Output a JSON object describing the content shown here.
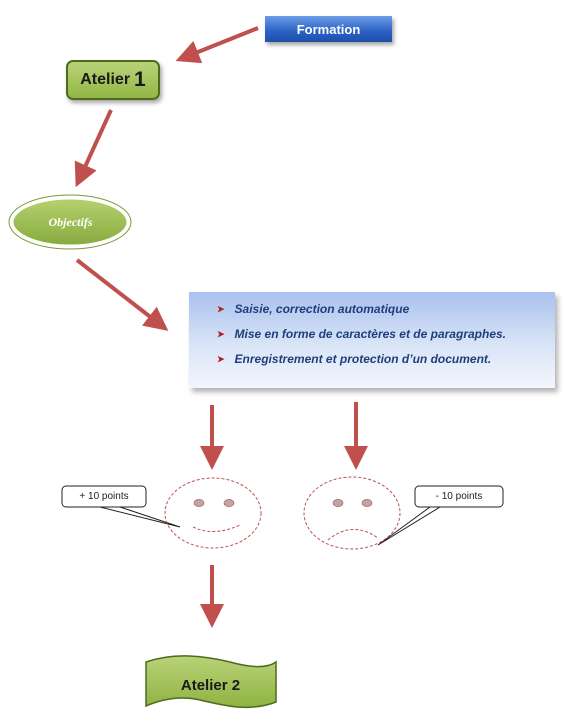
{
  "formation": {
    "label": "Formation"
  },
  "atelier1": {
    "word": "Atelier",
    "number": "1"
  },
  "objectifs": {
    "label": "Objectifs"
  },
  "bullets": [
    "Saisie, correction automatique",
    "Mise en forme de caractères  et de paragraphes.",
    "Enregistrement et protection d’un document."
  ],
  "callout_plus": {
    "label": "+ 10 points"
  },
  "callout_minus": {
    "label": "- 10 points"
  },
  "atelier2": {
    "label": "Atelier 2"
  },
  "colors": {
    "arrow": "#c0504d",
    "green_fill": "#9bbb59",
    "green_border": "#4e6a1e",
    "blue_accent": "#2a61c4",
    "bullet_text": "#1f3f7a",
    "smiley_line": "#c0504d"
  }
}
